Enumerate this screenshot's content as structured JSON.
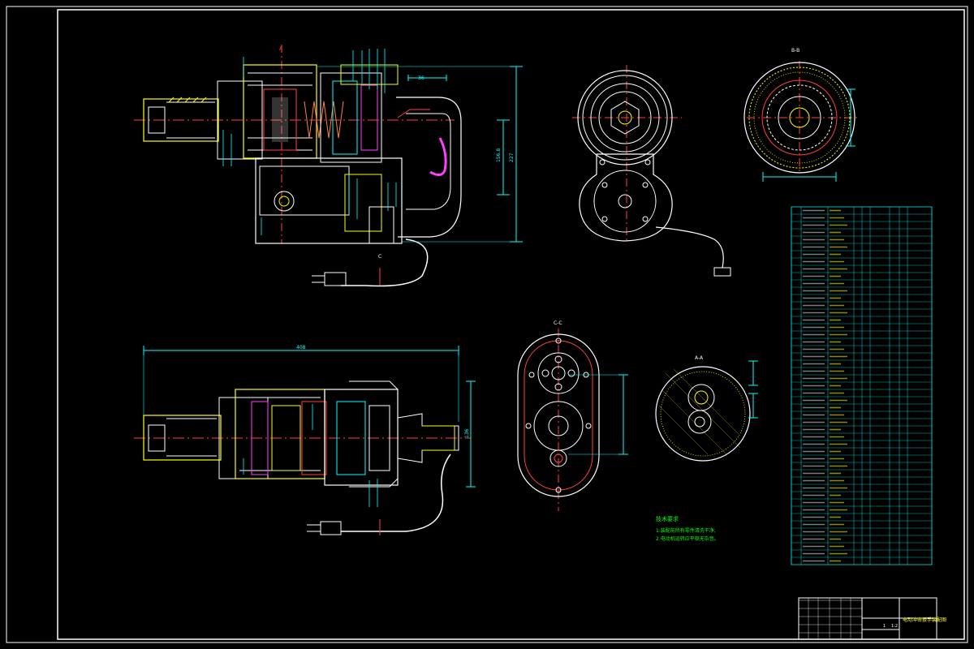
{
  "drawing": {
    "title_block_name": "电动冲击扳手装配图",
    "scale": "1:2",
    "sheet": "1",
    "view_labels": {
      "section_a_top": "A",
      "section_bb": "B-B",
      "section_cc": "C-C",
      "section_aa": "A-A",
      "cut_c": "C"
    },
    "dimensions": {
      "top_width": "36",
      "top_height_1": "156.8",
      "top_height_2": "227",
      "bottom_length": "408",
      "bottom_height": "136"
    },
    "notes": {
      "heading": "技术要求",
      "line1": "1.装配前所有零件清洗干净;",
      "line2": "2.电动机运转应平稳无杂音。"
    }
  },
  "colors": {
    "background": "#000000",
    "frame": "#ffffff",
    "outline": "#ffffff",
    "center": "#ff4040",
    "dim": "#00ffff",
    "hatch": "#ffff00",
    "label": "#ffff00",
    "note": "#00ff00",
    "magenta": "#ff40ff",
    "table": "#00e0e0"
  }
}
